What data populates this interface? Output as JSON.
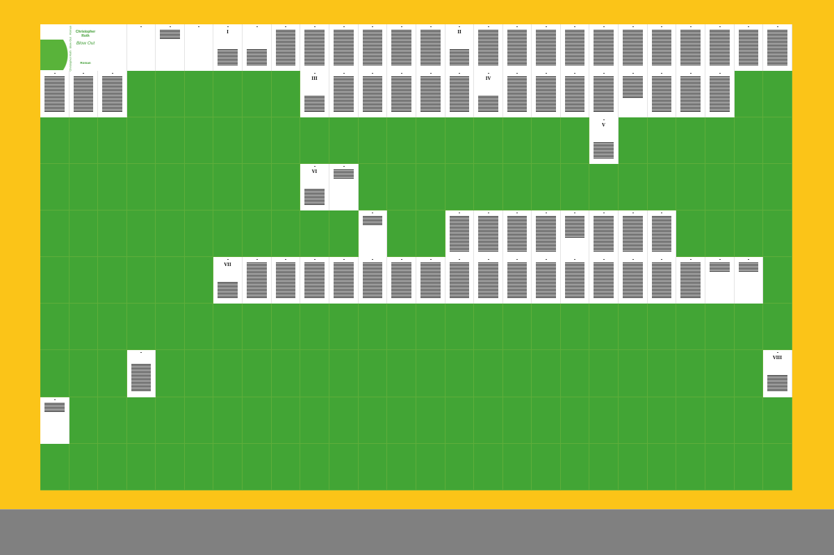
{
  "scene": {
    "wall_color": "#FBC418",
    "board_color": "#42A535",
    "floor_color": "#808080",
    "page_color": "#FFFFFF"
  },
  "cover": {
    "author": "Christopher Roth",
    "title": "Blow Out",
    "genre": "Roman",
    "spine": [
      "Christopher Roth",
      "Blow Out",
      "Roman"
    ],
    "accent_color": "#3A9A2F"
  },
  "title_page": {
    "title": "Blow Out"
  },
  "chapter_numbers": [
    "I",
    "II",
    "III",
    "IV",
    "V",
    "VI",
    "VII",
    "VIII"
  ]
}
